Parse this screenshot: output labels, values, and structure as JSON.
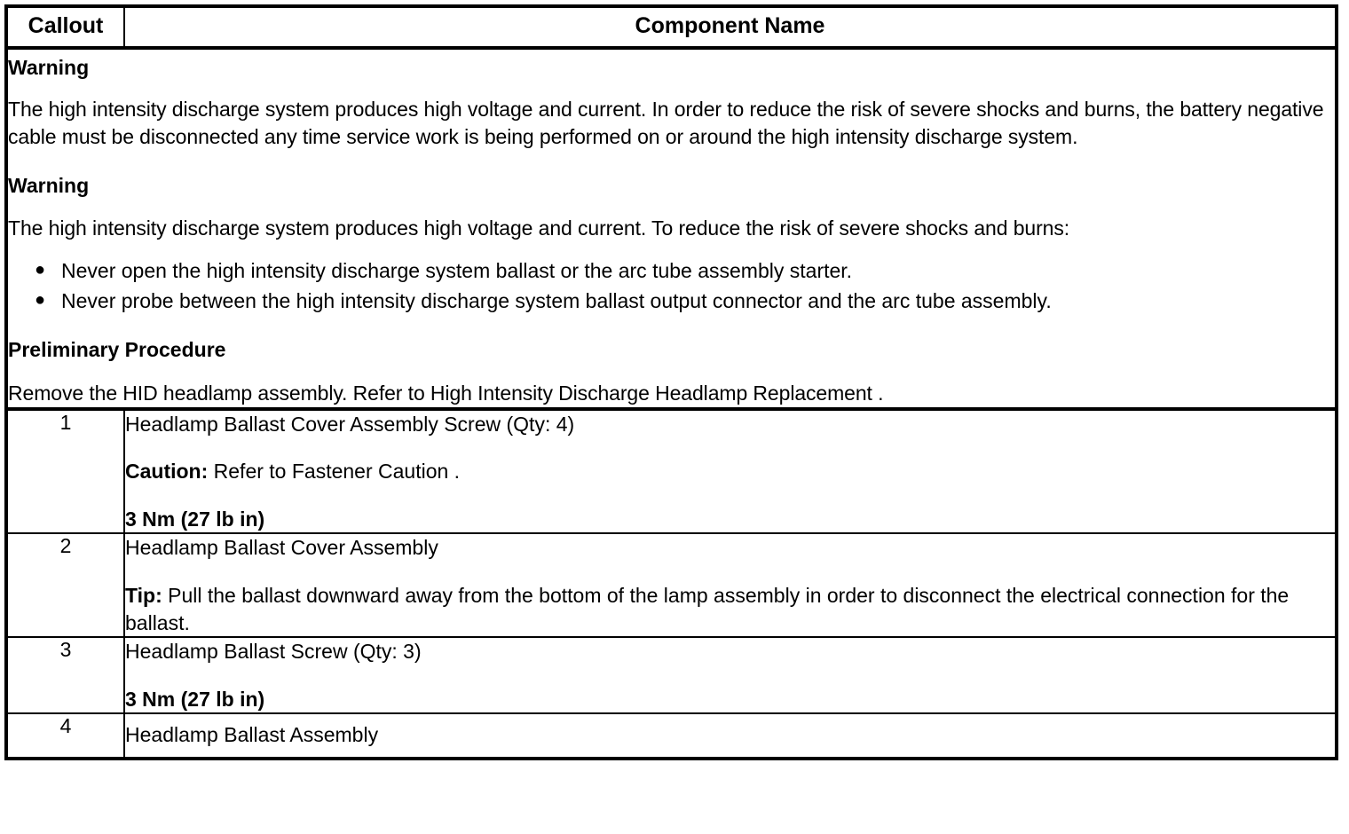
{
  "table": {
    "columns": [
      {
        "key": "callout",
        "label": "Callout"
      },
      {
        "key": "component",
        "label": "Component Name"
      }
    ],
    "intro": {
      "warning1_heading": "Warning",
      "warning1_text": "The high intensity discharge system produces high voltage and current. In order to reduce the risk of severe shocks and burns, the battery negative cable must be disconnected any time service work is being performed on or around the high intensity discharge system.",
      "warning2_heading": "Warning",
      "warning2_text": "The high intensity discharge system produces high voltage and current. To reduce the risk of severe shocks and burns:",
      "bullets": [
        "Never open the high intensity discharge system ballast or the arc tube assembly starter.",
        "Never probe between the high intensity discharge system ballast output connector and the arc tube assembly."
      ],
      "bullet_glyph": "●",
      "preliminary_heading": "Preliminary Procedure",
      "preliminary_text": "Remove the HID headlamp assembly. Refer to High Intensity Discharge Headlamp Replacement ."
    },
    "rows": [
      {
        "callout": "1",
        "title": "Headlamp Ballast Cover Assembly Screw (Qty: 4)",
        "note_label": "Caution:",
        "note_text": " Refer to Fastener Caution .",
        "torque": "3 Nm (27 lb in)"
      },
      {
        "callout": "2",
        "title": "Headlamp Ballast Cover Assembly",
        "note_label": "Tip:",
        "note_text": " Pull the ballast downward away from the bottom of the lamp assembly in order to disconnect the electrical connection for the ballast.",
        "torque": ""
      },
      {
        "callout": "3",
        "title": "Headlamp Ballast Screw (Qty: 3)",
        "note_label": "",
        "note_text": "",
        "torque": "3 Nm (27 lb in)"
      },
      {
        "callout": "4",
        "title": "Headlamp Ballast Assembly",
        "note_label": "",
        "note_text": "",
        "torque": ""
      }
    ]
  }
}
